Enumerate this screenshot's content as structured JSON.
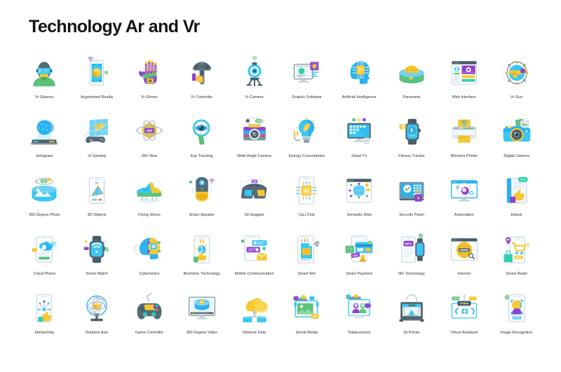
{
  "page": {
    "title": "Technology Ar and Vr",
    "background": "#ffffff",
    "title_color": "#141414",
    "label_color": "#2b2b2b"
  },
  "palette": {
    "blue": "#2bb2f0",
    "light_blue": "#6fd3f7",
    "sky": "#38c6f4",
    "yellow": "#f7c831",
    "gold": "#f5b91d",
    "purple": "#7b3fc4",
    "violet": "#8e44d0",
    "green": "#5bc27a",
    "teal": "#2fd0b2",
    "dark_slate": "#4a5c66",
    "grey": "#c8d4dc",
    "light_grey": "#e8eef2",
    "white": "#ffffff"
  },
  "grid": {
    "columns": 10,
    "rows": 5,
    "icons": [
      {
        "label": "Vr Glasses",
        "icon": "vr-glasses-icon"
      },
      {
        "label": "Augmented Reality",
        "icon": "augmented-reality-icon"
      },
      {
        "label": "Vr Gloves",
        "icon": "vr-gloves-icon"
      },
      {
        "label": "Vr Controller",
        "icon": "vr-controller-icon"
      },
      {
        "label": "Vr Camera",
        "icon": "vr-camera-icon"
      },
      {
        "label": "Graphic Software",
        "icon": "graphic-software-icon"
      },
      {
        "label": "Artificial Intelligence",
        "icon": "artificial-intelligence-icon"
      },
      {
        "label": "Panorama",
        "icon": "panorama-icon"
      },
      {
        "label": "Web Interface",
        "icon": "web-interface-icon"
      },
      {
        "label": "Vr Gun",
        "icon": "vr-gun-icon"
      },
      {
        "label": "Hologram",
        "icon": "hologram-icon"
      },
      {
        "label": "Vr Gaming",
        "icon": "vr-gaming-icon"
      },
      {
        "label": "360 View",
        "icon": "360-view-icon"
      },
      {
        "label": "Eye Tracking",
        "icon": "eye-tracking-icon"
      },
      {
        "label": "Wide Angle Camera",
        "icon": "wide-angle-camera-icon"
      },
      {
        "label": "Energy Consumption",
        "icon": "energy-consumption-icon"
      },
      {
        "label": "Smart Tv",
        "icon": "smart-tv-icon"
      },
      {
        "label": "Fitness Tracker",
        "icon": "fitness-tracker-icon"
      },
      {
        "label": "Wireless Printer",
        "icon": "wireless-printer-icon"
      },
      {
        "label": "Digital Camera",
        "icon": "digital-camera-icon"
      },
      {
        "label": "360 Degree Photo",
        "icon": "360-degree-photo-icon"
      },
      {
        "label": "3D Objects",
        "icon": "3d-objects-icon"
      },
      {
        "label": "Flying Shoes",
        "icon": "flying-shoes-icon"
      },
      {
        "label": "Smart Speaker",
        "icon": "smart-speaker-icon"
      },
      {
        "label": "3d Goggles",
        "icon": "3d-goggles-icon"
      },
      {
        "label": "Cpu Chip",
        "icon": "cpu-chip-icon"
      },
      {
        "label": "Semantic Web",
        "icon": "semantic-web-icon"
      },
      {
        "label": "Security Panel",
        "icon": "security-panel-icon"
      },
      {
        "label": "Automation",
        "icon": "automation-icon"
      },
      {
        "label": "Ebook",
        "icon": "ebook-icon"
      },
      {
        "label": "Cloud Phone",
        "icon": "cloud-phone-icon"
      },
      {
        "label": "Smart Watch",
        "icon": "smart-watch-icon"
      },
      {
        "label": "Cybernetics",
        "icon": "cybernetics-icon"
      },
      {
        "label": "Biometric Technology",
        "icon": "biometric-technology-icon"
      },
      {
        "label": "Mobile Communication",
        "icon": "mobile-communication-icon"
      },
      {
        "label": "Smart Sim",
        "icon": "smart-sim-icon"
      },
      {
        "label": "Smart Payment",
        "icon": "smart-payment-icon"
      },
      {
        "label": "Nfc Technology",
        "icon": "nfc-technology-icon"
      },
      {
        "label": "Internet",
        "icon": "internet-icon"
      },
      {
        "label": "Smart Retail",
        "icon": "smart-retail-icon"
      },
      {
        "label": "Interactivity",
        "icon": "interactivity-icon"
      },
      {
        "label": "Rotation Axis",
        "icon": "rotation-axis-icon"
      },
      {
        "label": "Game Controller",
        "icon": "game-controller-icon"
      },
      {
        "label": "360 Degree Video",
        "icon": "360-degree-video-icon"
      },
      {
        "label": "Network Data",
        "icon": "network-data-icon"
      },
      {
        "label": "Social Media",
        "icon": "social-media-icon"
      },
      {
        "label": "Telepresence",
        "icon": "telepresence-icon"
      },
      {
        "label": "3d Printer",
        "icon": "3d-printer-icon"
      },
      {
        "label": "Virtual Assistant",
        "icon": "virtual-assistant-icon"
      },
      {
        "label": "Image Recognition",
        "icon": "image-recognition-icon"
      }
    ]
  },
  "icon_badges": {
    "augmented_reality_cube": "3D cube",
    "cpu_chip_text": "AI",
    "nfc_badge_text": "NFC",
    "internet_badge_text": "WWW",
    "smart_payment_badge_text": "PAY",
    "smart_retail_badge_text": "BUY",
    "view_360_text": "360",
    "objects_3d_text": "3D"
  }
}
